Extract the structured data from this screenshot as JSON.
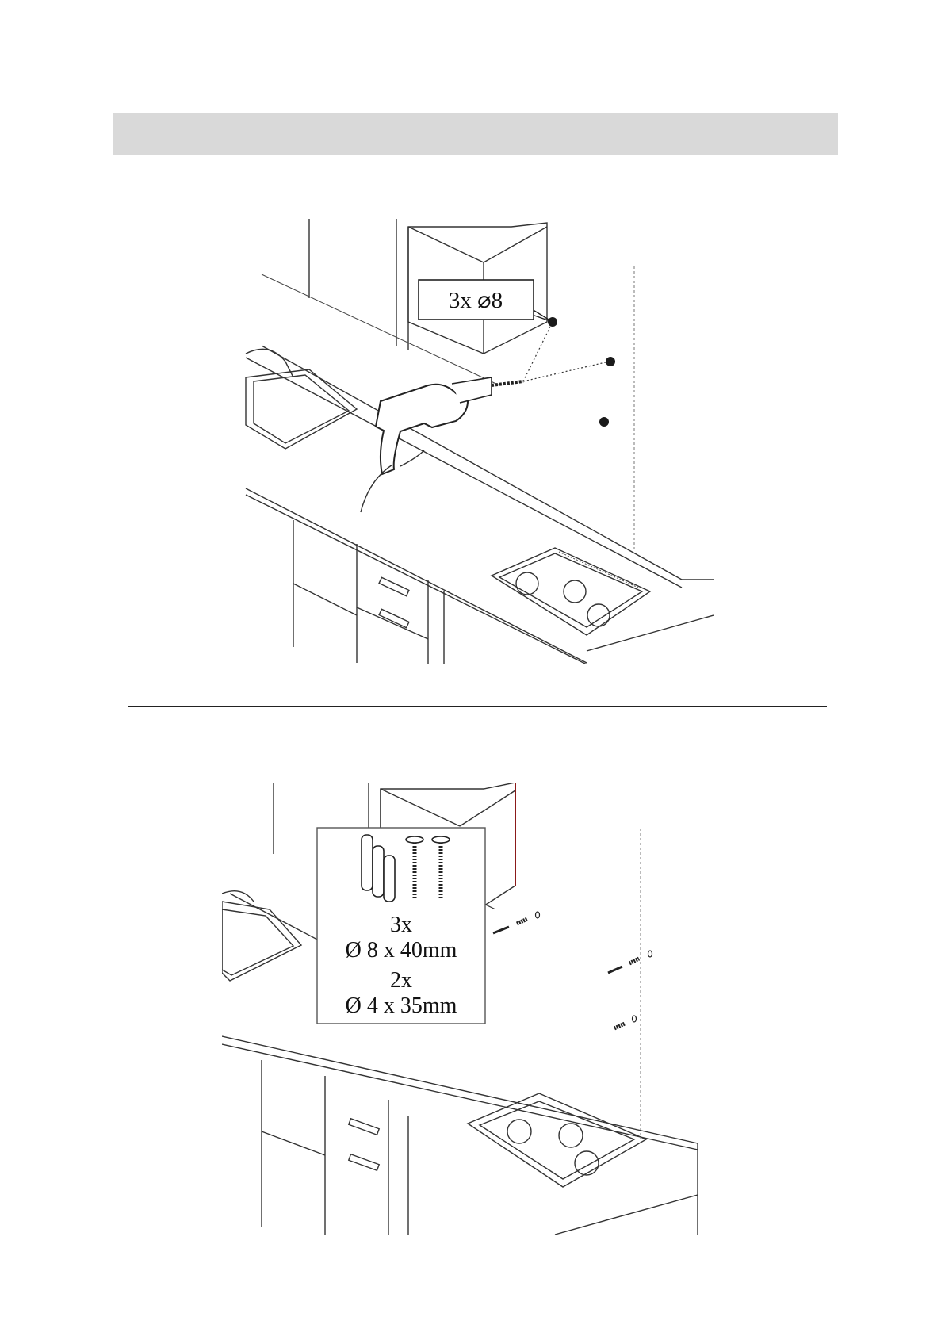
{
  "step1": {
    "callout_label": "3x ⌀8",
    "drill_hole_count": 3
  },
  "step2": {
    "pack_label_large_qty": "3x",
    "pack_label_large_size": "Ø 8 x 40mm",
    "pack_label_small_qty": "2x",
    "pack_label_small_size": "Ø 4 x 35mm"
  },
  "icons": {
    "drill": "power-drill-icon",
    "hole": "drill-hole-icon",
    "anchor": "wall-plug-icon",
    "screw": "screw-icon"
  },
  "colors": {
    "header_bar": "#d9d9d9",
    "line": "#333333",
    "wall_edge_accent": "#8b1a1a"
  }
}
